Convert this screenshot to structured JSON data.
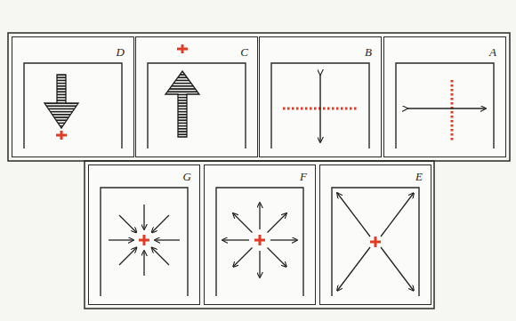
{
  "diagram": {
    "nodes": [
      {
        "text": [
          "D"
        ]
      },
      {
        "text": [
          "C"
        ]
      },
      {
        "text": [
          "B"
        ]
      },
      {
        "text": [
          "A"
        ]
      },
      {
        "text": [
          "G"
        ]
      },
      {
        "text": [
          "F"
        ]
      },
      {
        "text": [
          "E"
        ]
      }
    ]
  }
}
